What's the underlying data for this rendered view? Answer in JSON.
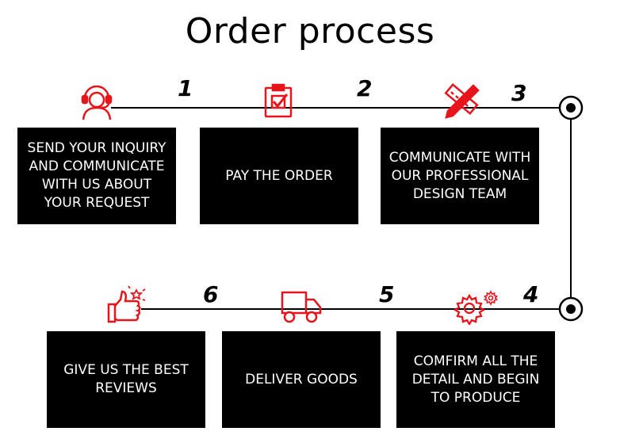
{
  "title": "Order process",
  "accent_color": "#e8141b",
  "steps": [
    {
      "number": "1",
      "label": "SEND YOUR INQUIRY AND COMMUNICATE WITH US ABOUT YOUR REQUEST",
      "icon": "headset-agent-icon"
    },
    {
      "number": "2",
      "label": "PAY THE ORDER",
      "icon": "clipboard-check-icon"
    },
    {
      "number": "3",
      "label": "COMMUNICATE WITH OUR PROFESSIONAL DESIGN TEAM",
      "icon": "ruler-pencil-icon"
    },
    {
      "number": "4",
      "label": "COMFIRM ALL THE DETAIL AND BEGIN TO PRODUCE",
      "icon": "gears-icon"
    },
    {
      "number": "5",
      "label": "DELIVER GOODS",
      "icon": "delivery-truck-icon"
    },
    {
      "number": "6",
      "label": "GIVE US THE BEST REVIEWS",
      "icon": "thumbs-up-icon"
    }
  ]
}
